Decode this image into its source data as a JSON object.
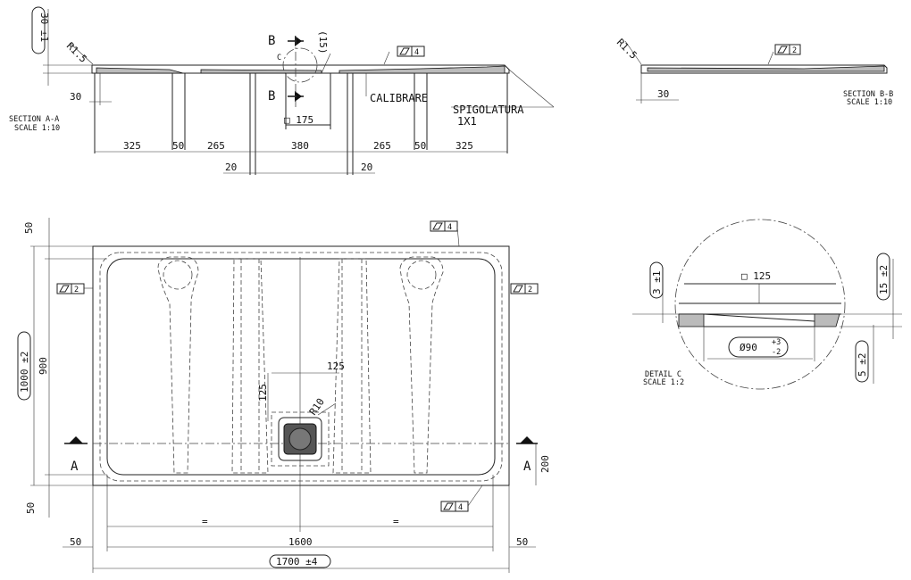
{
  "section_aa": {
    "title": "SECTION A-A",
    "scale": "SCALE 1:10",
    "radius": "R1.5",
    "height_tol": "30 ±1",
    "edge_dim": "30",
    "section_marker": "B",
    "detail_marker": "C",
    "paren_dim": "(15)",
    "drain_square": "□ 175",
    "flatness": "4",
    "calibrare": "CALIBRARE",
    "spigolatura_1": "SPIGOLATURA",
    "spigolatura_2": "1X1",
    "spans": [
      "325",
      "50",
      "265",
      "380",
      "265",
      "50",
      "325"
    ],
    "gap_left": "20",
    "gap_right": "20"
  },
  "section_bb": {
    "title": "SECTION B-B",
    "scale": "SCALE 1:10",
    "radius": "R1.5",
    "edge_dim": "30",
    "flatness": "2"
  },
  "plan": {
    "top_margin": "50",
    "bottom_margin": "50",
    "overall_height": "1000 ±2",
    "inner_height": "900",
    "flat_top": "4",
    "flat_left": "2",
    "flat_right": "2",
    "flat_bottom": "4",
    "drain_w": "125",
    "drain_h": "125",
    "drain_radius": "R10",
    "drain_offset": "200",
    "section_left": "A",
    "section_right": "A",
    "eq_left": "=",
    "eq_right": "=",
    "left_margin": "50",
    "inner_width": "1600",
    "right_margin": "50",
    "overall_width": "1700 ±4"
  },
  "detail_c": {
    "title": "DETAIL C",
    "scale": "SCALE 1:2",
    "square": "□ 125",
    "diameter": "Ø90",
    "tol_plus": "+3",
    "tol_minus": "-2",
    "left_tol": "3 ±1",
    "right_top_tol": "15 ±2",
    "right_bottom_tol": "5 ±2"
  }
}
